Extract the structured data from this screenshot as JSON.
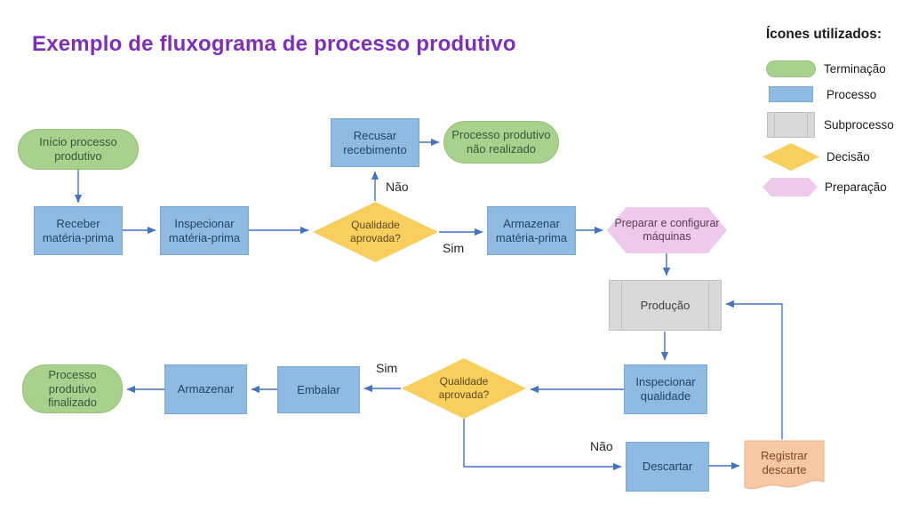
{
  "title": "Exemplo de fluxograma de processo produtivo",
  "legend": {
    "heading": "Ícones utilizados:",
    "items": [
      {
        "label": "Terminação",
        "shape": "terminator",
        "color": "#A9D18E"
      },
      {
        "label": "Processo",
        "shape": "process",
        "color": "#8FBBE3"
      },
      {
        "label": "Subprocesso",
        "shape": "subprocess",
        "color": "#D9D9D9"
      },
      {
        "label": "Decisão",
        "shape": "decision",
        "color": "#F8CE5D"
      },
      {
        "label": "Preparação",
        "shape": "preparation",
        "color": "#EFC9EC"
      }
    ]
  },
  "nodes": {
    "start": "Início processo produtivo",
    "receive": "Receber matéria-prima",
    "inspect_mp": "Inspecionar matéria-prima",
    "decision1": "Qualidade aprovada?",
    "refuse": "Recusar recebimento",
    "not_done": "Processo produtivo não realizado",
    "store_mp": "Armazenar matéria-prima",
    "prepare": "Preparar e configurar máquinas",
    "production": "Produção",
    "inspect_q": "Inspecionar qualidade",
    "decision2": "Qualidade aprovada?",
    "pack": "Embalar",
    "store": "Armazenar",
    "finished": "Processo produtivo finalizado",
    "discard": "Descartar",
    "register": "Registrar descarte"
  },
  "edge_labels": {
    "d1_no": "Não",
    "d1_yes": "Sim",
    "d2_yes": "Sim",
    "d2_no": "Não"
  },
  "colors": {
    "title": "#7D2EBD",
    "connector": "#4472C4",
    "process_fill": "#8FBBE3",
    "terminator_fill": "#A9D18E",
    "decision_fill": "#F8CE5D",
    "preparation_fill": "#EFC9EC",
    "subprocess_fill": "#D9D9D9",
    "document_fill": "#F6C9A4"
  }
}
